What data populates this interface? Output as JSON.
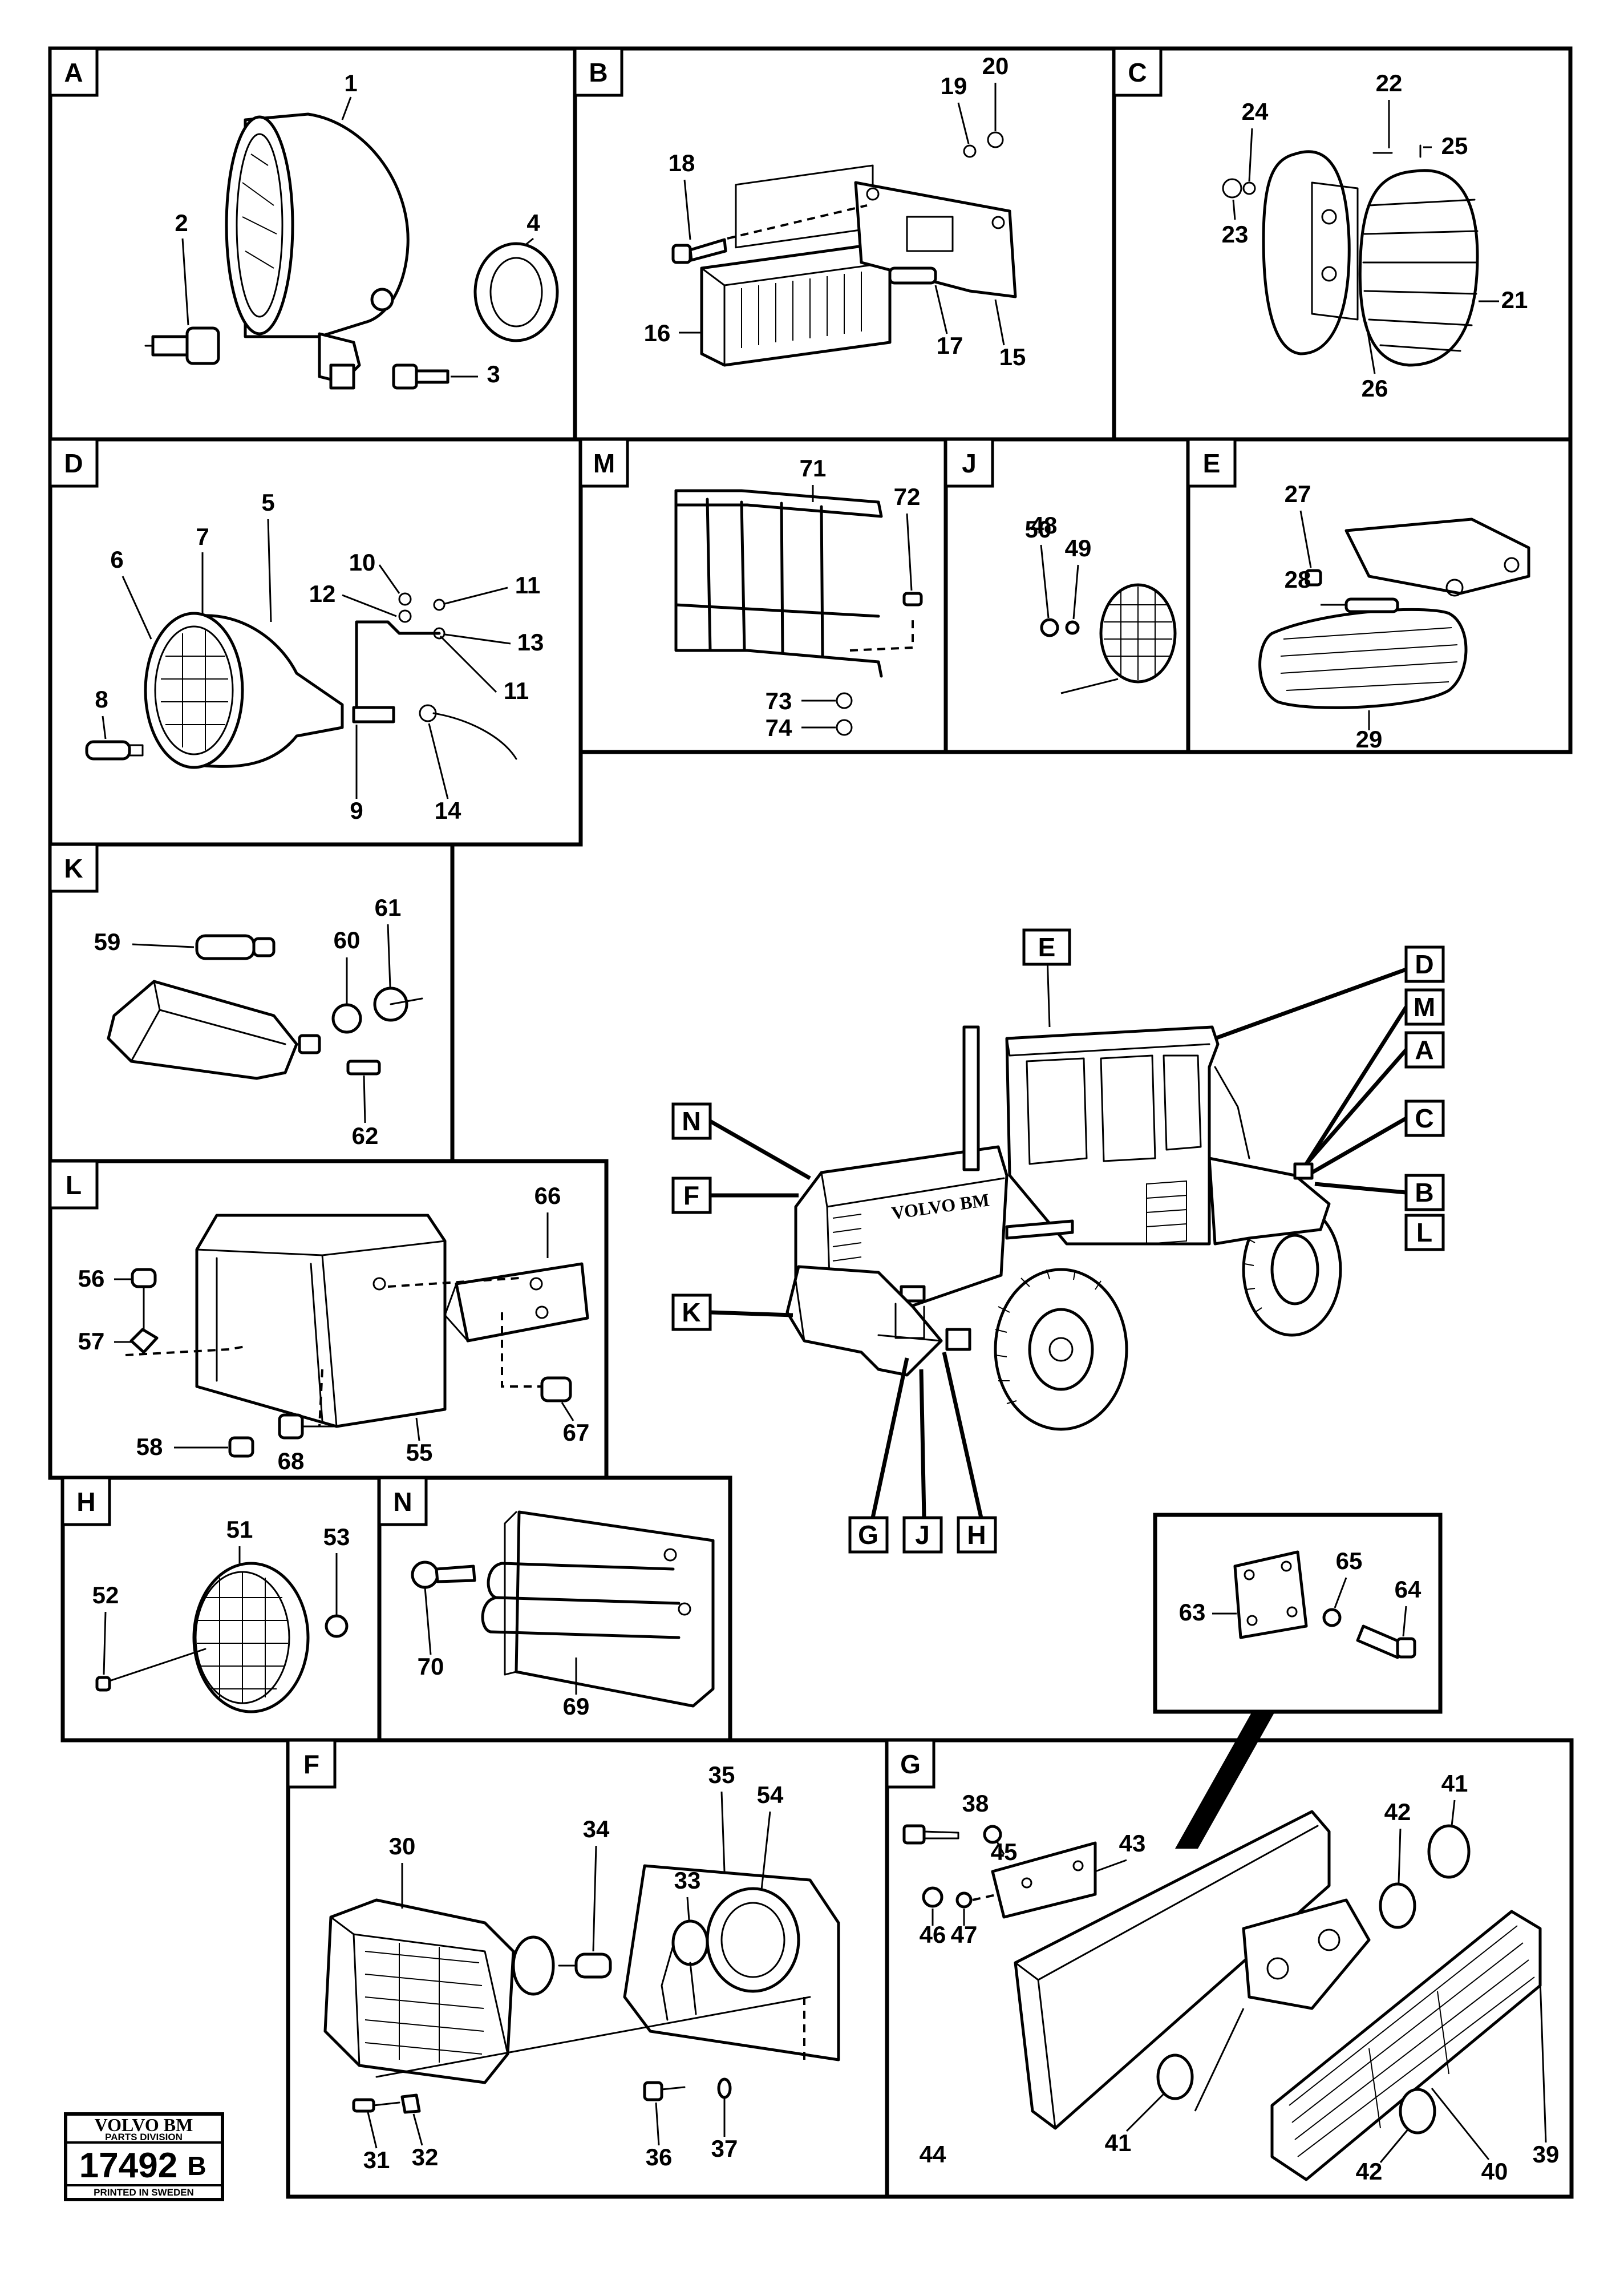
{
  "panels": [
    {
      "letter": "A",
      "parts": [
        "1",
        "2",
        "3",
        "4"
      ]
    },
    {
      "letter": "B",
      "parts": [
        "15",
        "16",
        "17",
        "18",
        "19",
        "20"
      ]
    },
    {
      "letter": "C",
      "parts": [
        "21",
        "22",
        "23",
        "24",
        "25",
        "26"
      ]
    },
    {
      "letter": "D",
      "parts": [
        "5",
        "6",
        "7",
        "8",
        "9",
        "10",
        "11",
        "11",
        "12",
        "13",
        "14"
      ]
    },
    {
      "letter": "M",
      "parts": [
        "71",
        "72",
        "73",
        "74"
      ]
    },
    {
      "letter": "J",
      "parts": [
        "48",
        "49",
        "50"
      ]
    },
    {
      "letter": "E",
      "parts": [
        "27",
        "28",
        "29"
      ]
    },
    {
      "letter": "K",
      "parts": [
        "59",
        "60",
        "61",
        "62"
      ]
    },
    {
      "letter": "L",
      "parts": [
        "55",
        "56",
        "57",
        "58",
        "66",
        "67",
        "68"
      ]
    },
    {
      "letter": "H",
      "parts": [
        "51",
        "52",
        "53"
      ]
    },
    {
      "letter": "N",
      "parts": [
        "69",
        "70"
      ]
    },
    {
      "letter": "F",
      "parts": [
        "30",
        "31",
        "32",
        "33",
        "34",
        "35",
        "36",
        "37",
        "54"
      ]
    },
    {
      "letter": "G",
      "parts": [
        "38",
        "39",
        "40",
        "41",
        "41",
        "42",
        "42",
        "43",
        "44",
        "45",
        "46",
        "47"
      ]
    }
  ],
  "detail_63": {
    "parts": [
      "63",
      "64",
      "65"
    ]
  },
  "machine": {
    "brand_text": "VOLVO BM",
    "location_tags": [
      "E",
      "D",
      "M",
      "A",
      "C",
      "B",
      "L",
      "N",
      "F",
      "K",
      "G",
      "J",
      "H"
    ]
  },
  "title_block": {
    "brand": "VOLVO BM",
    "division": "PARTS DIVISION",
    "drawing_number": "17492",
    "revision": "B",
    "printed": "PRINTED IN SWEDEN"
  }
}
